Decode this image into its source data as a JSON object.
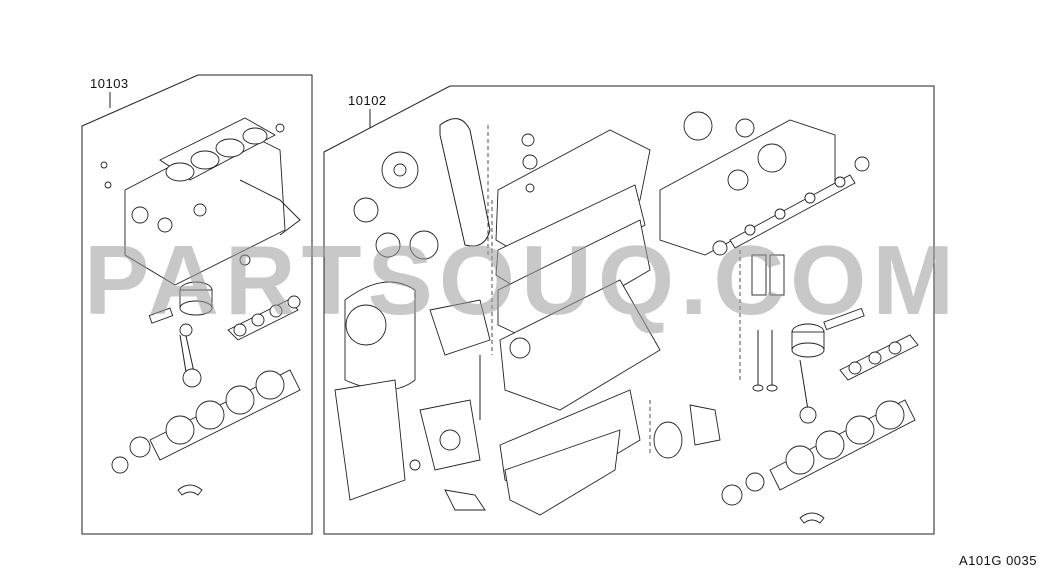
{
  "diagram": {
    "callouts": [
      {
        "id": "kit-short-block",
        "label": "10103"
      },
      {
        "id": "kit-full-engine",
        "label": "10102"
      }
    ],
    "diagram_code": "A101G 0035",
    "watermark": "PARTSOUQ.COM"
  }
}
